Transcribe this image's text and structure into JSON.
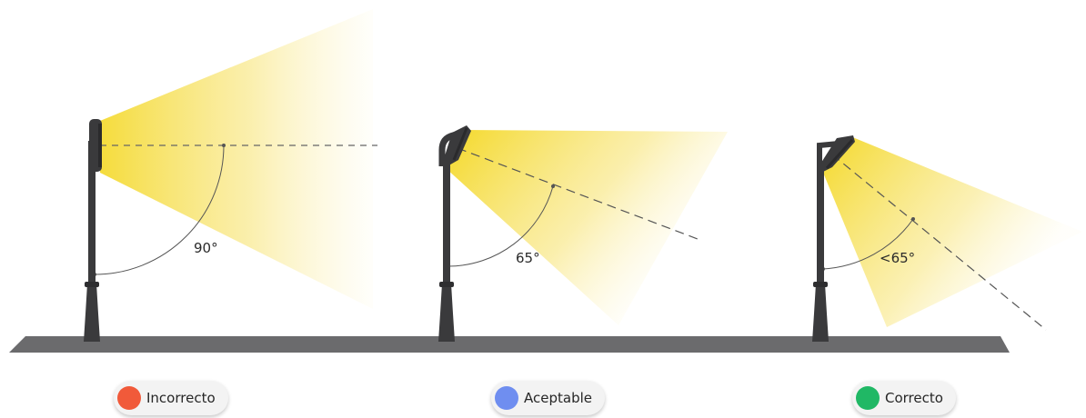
{
  "diagrams": [
    {
      "angle_label": "90°"
    },
    {
      "angle_label": "65°"
    },
    {
      "angle_label": "<65°"
    }
  ],
  "legend": [
    {
      "label": "Incorrecto",
      "color": "#f15a3a"
    },
    {
      "label": "Aceptable",
      "color": "#6f8ef0"
    },
    {
      "label": "Correcto",
      "color": "#20b865"
    }
  ],
  "colors": {
    "light_beam": "#f5dc3c",
    "pole": "#3a3a3c",
    "ground": "#6b6b6d",
    "guide_line": "#555555"
  }
}
